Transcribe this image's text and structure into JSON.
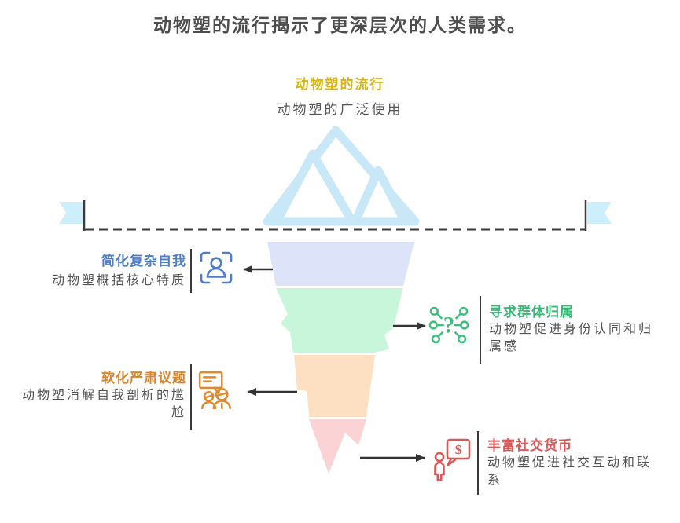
{
  "title": {
    "text": "动物塑的流行揭示了更深层次的人类需求。",
    "color": "#4d4d4d"
  },
  "surface": {
    "heading": "动物塑的流行",
    "heading_color": "#d9b40e",
    "subheading": "动物塑的广泛使用",
    "subheading_color": "#555555"
  },
  "iceberg": {
    "ice_color": "#c8e8f8",
    "waterline_color": "#3a3a3a",
    "flag_color": "#cdeefb"
  },
  "layers": [
    {
      "id": "simplify-self",
      "color": "#dde3f8"
    },
    {
      "id": "group-belonging",
      "color": "#c8f6db"
    },
    {
      "id": "soften-topics",
      "color": "#fce0c1"
    },
    {
      "id": "social-currency",
      "color": "#fbd3d5"
    }
  ],
  "labels": {
    "left1": {
      "title": "简化复杂自我",
      "color": "#4d7cc9",
      "desc": "动物塑概括核心特质",
      "icon": "user-focus-icon"
    },
    "right1": {
      "title": "寻求群体归属",
      "color": "#3bb877",
      "desc": "动物塑促进身份认同和归属感",
      "icon": "network-question-icon"
    },
    "left2": {
      "title": "软化严肃议题",
      "color": "#d9842c",
      "desc": "动物塑消解自我剖析的尴尬",
      "icon": "discussion-icon"
    },
    "right2": {
      "title": "丰富社交货币",
      "color": "#e05656",
      "desc": "动物塑促进社交互动和联系",
      "icon": "person-money-bubble-icon"
    }
  },
  "arrow_color": "#333333"
}
